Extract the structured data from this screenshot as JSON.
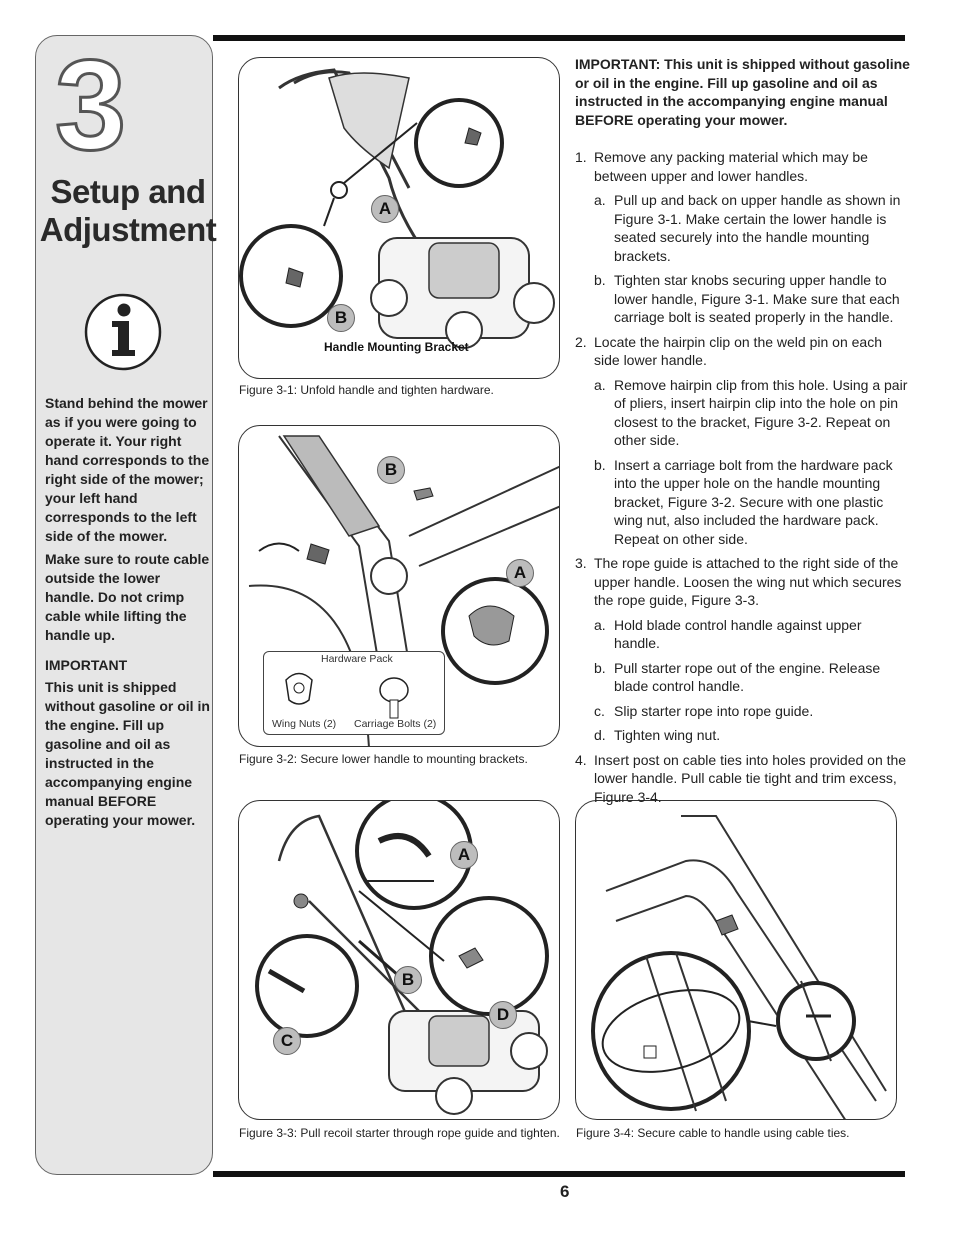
{
  "chapter": {
    "number": "3",
    "title_line1": "Setup and",
    "title_line2": "Adjustment",
    "info_icon": "info-circle-icon"
  },
  "sidebar": {
    "note1": "Stand behind the mower as if you were going to operate it. Your right hand corresponds to the right side of the mower; your left hand corresponds to the left side of the mower.",
    "note2": "Make sure to route cable outside the lower handle. Do not crimp cable while lifting the handle up.",
    "important_heading": "IMPORTANT",
    "important_text": "This unit is shipped without gasoline or oil in the engine. Fill up gasoline and oil as instructed in the accompanying engine manual BEFORE operating your mower."
  },
  "figures": {
    "fig1": {
      "caption": "Figure 3-1:  Unfold handle and tighten hardware.",
      "label_a": "A",
      "label_b": "B",
      "bracket_label": "Handle Mounting Bracket"
    },
    "fig2": {
      "caption": "Figure 3-2: Secure lower handle to mounting brackets.",
      "label_a": "A",
      "label_b": "B",
      "hardware_title": "Hardware Pack",
      "wing_nuts": "Wing Nuts (2)",
      "carriage_bolts": "Carriage Bolts (2)"
    },
    "fig3": {
      "caption": "Figure 3-3: Pull recoil starter through rope guide and tighten.",
      "label_a": "A",
      "label_b": "B",
      "label_c": "C",
      "label_d": "D"
    },
    "fig4": {
      "caption": "Figure 3-4: Secure cable to handle using cable ties."
    }
  },
  "instructions": {
    "important": "IMPORTANT: This unit is shipped without gasoline or oil in the engine. Fill up gasoline and oil as instructed in the accompanying engine manual BEFORE operating your mower.",
    "steps": [
      {
        "num": "1.",
        "text": "Remove any packing material which may be between upper and lower handles.",
        "subs": [
          {
            "num": "a.",
            "text": "Pull up and back on upper handle as shown in Figure 3-1. Make certain the lower handle is seated securely into the handle mounting brackets."
          },
          {
            "num": "b.",
            "text": "Tighten star knobs securing upper handle to lower handle, Figure 3-1. Make sure that each carriage bolt is seated properly in the handle."
          }
        ]
      },
      {
        "num": "2.",
        "text": "Locate the hairpin clip on the weld pin on each side lower handle.",
        "subs": [
          {
            "num": "a.",
            "text": "Remove hairpin clip from this hole. Using a pair of pliers, insert hairpin clip into the hole on pin closest to the bracket, Figure 3-2. Repeat on other side."
          },
          {
            "num": "b.",
            "text": "Insert a carriage bolt from the hardware pack into the upper hole on the handle mounting bracket, Figure 3-2. Secure with one plastic wing nut, also included the hardware pack. Repeat on other side."
          }
        ]
      },
      {
        "num": "3.",
        "text": "The rope guide is attached to the right side of the upper handle. Loosen the wing nut which secures the rope guide, Figure 3-3.",
        "subs": [
          {
            "num": "a.",
            "text": "Hold blade control handle against upper handle."
          },
          {
            "num": "b.",
            "text": "Pull starter rope out of the engine. Release blade control handle."
          },
          {
            "num": "c.",
            "text": "Slip starter rope into rope guide."
          },
          {
            "num": "d.",
            "text": "Tighten wing nut."
          }
        ]
      },
      {
        "num": "4.",
        "text": "Insert post on cable ties into holes provided on the lower handle. Pull cable tie tight and trim excess, Figure 3-4.",
        "subs": []
      }
    ]
  },
  "page_number": "6"
}
